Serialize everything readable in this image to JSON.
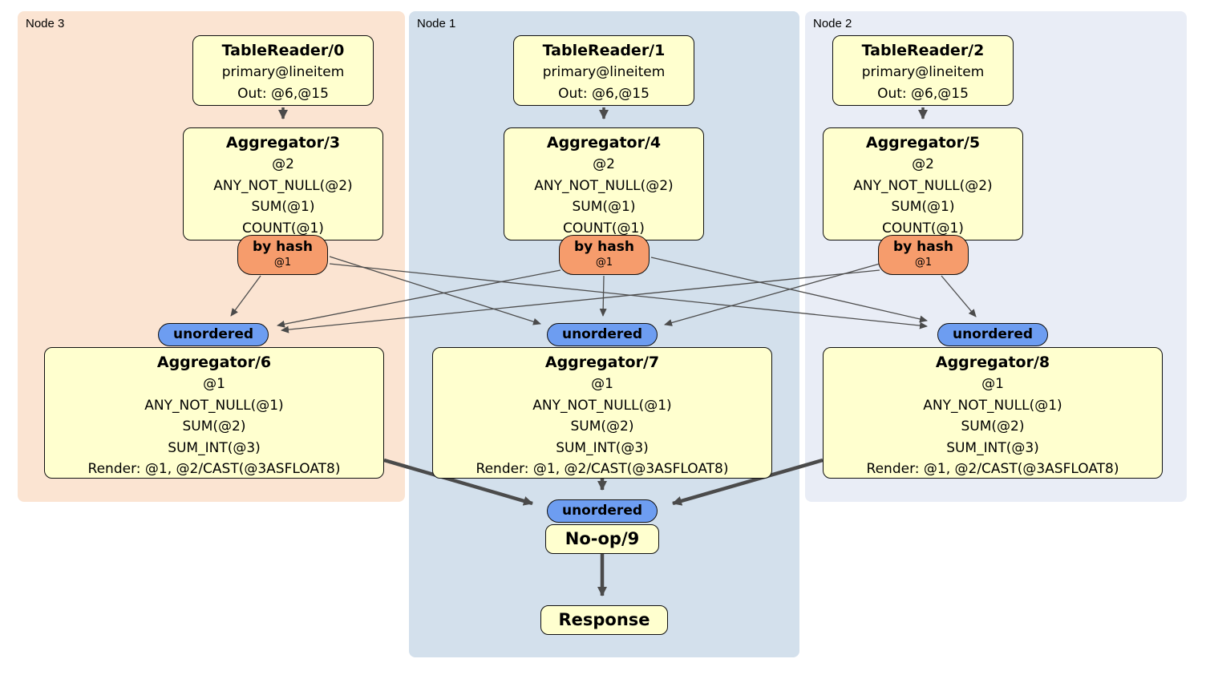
{
  "colors": {
    "node3_bg": "#FBE4D2",
    "node1_bg": "#D3E0EC",
    "node2_bg": "#E9EDF6",
    "processor_fill": "#FFFFCF",
    "router_fill": "#F69C6C",
    "sync_fill": "#6D9DF1",
    "edge_color": "#4B4B4B"
  },
  "nodes": [
    {
      "label": "Node 3",
      "tablereader": {
        "title": "TableReader/0",
        "index": "primary@lineitem",
        "out": "Out: @6,@15"
      },
      "aggregator_top": {
        "title": "Aggregator/3",
        "lines": [
          "@2",
          "ANY_NOT_NULL(@2)",
          "SUM(@1)",
          "COUNT(@1)"
        ]
      },
      "router": {
        "label": "by hash",
        "detail": "@1"
      },
      "synchronizer": {
        "label": "unordered"
      },
      "aggregator_bottom": {
        "title": "Aggregator/6",
        "lines": [
          "@1",
          "ANY_NOT_NULL(@1)",
          "SUM(@2)",
          "SUM_INT(@3)",
          "Render: @1, @2/CAST(@3ASFLOAT8)"
        ]
      }
    },
    {
      "label": "Node 1",
      "tablereader": {
        "title": "TableReader/1",
        "index": "primary@lineitem",
        "out": "Out: @6,@15"
      },
      "aggregator_top": {
        "title": "Aggregator/4",
        "lines": [
          "@2",
          "ANY_NOT_NULL(@2)",
          "SUM(@1)",
          "COUNT(@1)"
        ]
      },
      "router": {
        "label": "by hash",
        "detail": "@1"
      },
      "synchronizer": {
        "label": "unordered"
      },
      "aggregator_bottom": {
        "title": "Aggregator/7",
        "lines": [
          "@1",
          "ANY_NOT_NULL(@1)",
          "SUM(@2)",
          "SUM_INT(@3)",
          "Render: @1, @2/CAST(@3ASFLOAT8)"
        ]
      }
    },
    {
      "label": "Node 2",
      "tablereader": {
        "title": "TableReader/2",
        "index": "primary@lineitem",
        "out": "Out: @6,@15"
      },
      "aggregator_top": {
        "title": "Aggregator/5",
        "lines": [
          "@2",
          "ANY_NOT_NULL(@2)",
          "SUM(@1)",
          "COUNT(@1)"
        ]
      },
      "router": {
        "label": "by hash",
        "detail": "@1"
      },
      "synchronizer": {
        "label": "unordered"
      },
      "aggregator_bottom": {
        "title": "Aggregator/8",
        "lines": [
          "@1",
          "ANY_NOT_NULL(@1)",
          "SUM(@2)",
          "SUM_INT(@3)",
          "Render: @1, @2/CAST(@3ASFLOAT8)"
        ]
      }
    }
  ],
  "final": {
    "sync_label": "unordered",
    "noop_title": "No-op/9",
    "response_title": "Response"
  }
}
